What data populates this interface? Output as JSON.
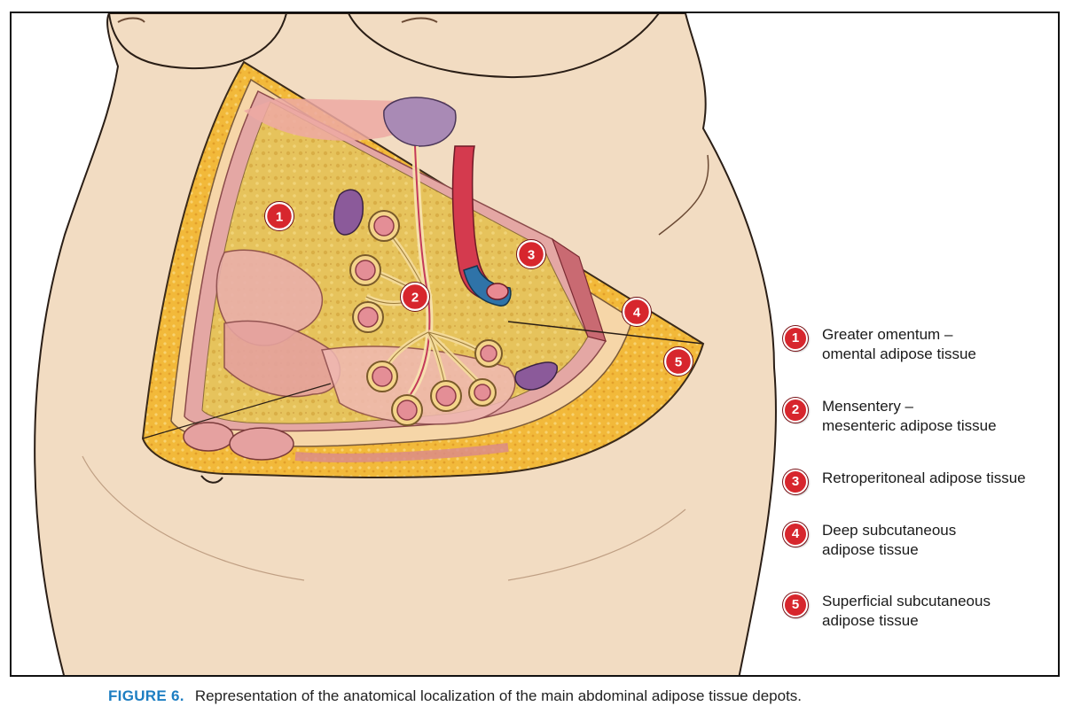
{
  "legend": [
    {
      "number": "1",
      "line1": "Greater omentum –",
      "line2": "omental adipose tissue"
    },
    {
      "number": "2",
      "line1": "Mensentery –",
      "line2": "mesenteric adipose tissue"
    },
    {
      "number": "3",
      "line1": "Retroperitoneal adipose tissue",
      "line2": ""
    },
    {
      "number": "4",
      "line1": "Deep subcutaneous",
      "line2": "adipose tissue"
    },
    {
      "number": "5",
      "line1": "Superficial subcutaneous",
      "line2": "adipose tissue"
    }
  ],
  "markers": [
    "1",
    "2",
    "3",
    "4",
    "5"
  ],
  "caption": {
    "label": "FIGURE 6.",
    "text": "Representation of the anatomical localization of the main abdominal adipose tissue depots."
  },
  "colors": {
    "marker_red": "#d7262d",
    "caption_blue": "#1d7ec2",
    "skin": "#f2dcc2",
    "subcutaneous_fat": "#f1b73c",
    "visceral_fat": "#e2c15a",
    "muscle": "#d98a8d",
    "aorta": "#d43a4e",
    "vena_cava": "#2f73a8"
  },
  "icons": [
    "numbered-marker-icon"
  ]
}
